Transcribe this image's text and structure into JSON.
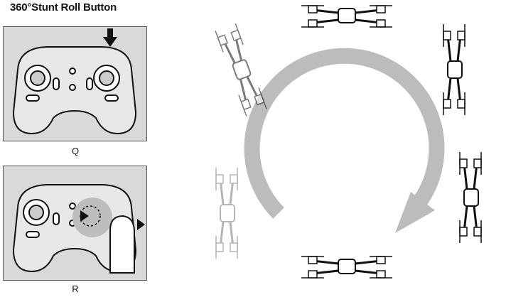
{
  "title": "360°Stunt Roll Button",
  "labels": {
    "q": "Q",
    "r": "R"
  },
  "colors": {
    "panel_bg": "#d9d9d9",
    "arrow_grey": "#bcbcbc",
    "ink": "#111111"
  },
  "icons": [
    "stunt-roll-arrow-icon",
    "rotation-arrow-icon",
    "drone-icon",
    "finger-push-icon"
  ]
}
